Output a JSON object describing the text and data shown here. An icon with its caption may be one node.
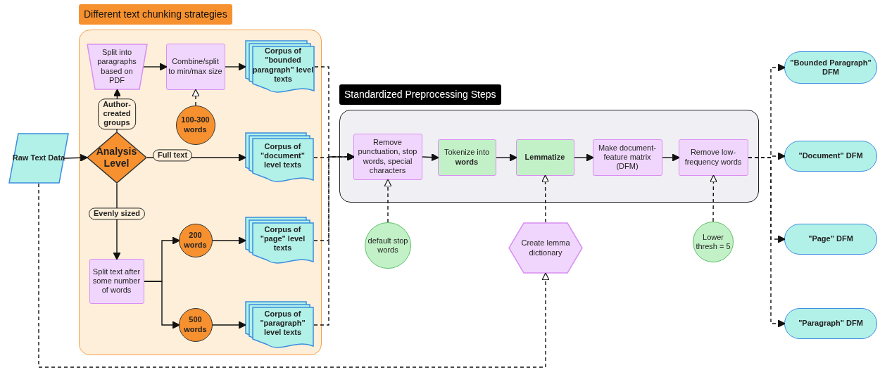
{
  "diagram": {
    "nodes": [
      {
        "text": [
          "Different text chunking strategies"
        ]
      },
      {
        "text": [
          "Raw Text Data"
        ]
      },
      {
        "text": [
          "Split into paragraphs based on PDF"
        ],
        "in": 0
      },
      {
        "text": [
          "Combine/split to min/max size"
        ],
        "in": 0
      },
      {
        "text": [
          "Corpus of \"bounded paragraph\" level texts"
        ],
        "in": 0
      },
      {
        "text": [
          "Analysis Level"
        ],
        "in": 0
      },
      {
        "text": [
          "100-300 words"
        ],
        "in": 0
      },
      {
        "text": [
          "Corpus of \"document\" level texts"
        ],
        "in": 0
      },
      {
        "text": [
          "200 words"
        ],
        "in": 0
      },
      {
        "text": [
          "Corpus of \"page\" level texts"
        ],
        "in": 0
      },
      {
        "text": [
          "Split text after some number of words"
        ],
        "in": 0
      },
      {
        "text": [
          "500 words"
        ],
        "in": 0
      },
      {
        "text": [
          "Corpus of \"paragraph\" level texts"
        ],
        "in": 0
      },
      {
        "text": [
          "Standardized Preprocessing Steps"
        ]
      },
      {
        "text": [
          "Remove punctuation, stop words, special characters"
        ],
        "in": 13
      },
      {
        "text": [
          "Tokenize into **words**"
        ],
        "in": 13
      },
      {
        "text": [
          "Lemmatize"
        ],
        "in": 13
      },
      {
        "text": [
          "Make document-feature matrix (DFM)"
        ],
        "in": 13
      },
      {
        "text": [
          "Remove low-frequency words"
        ],
        "in": 13
      },
      {
        "text": [
          "default stop words"
        ]
      },
      {
        "text": [
          "Create lemma dictionary"
        ]
      },
      {
        "text": [
          "Lower thresh = 5"
        ]
      },
      {
        "text": [
          "\"Bounded Paragraph\" DFM"
        ]
      },
      {
        "text": [
          "\"Document\" DFM"
        ]
      },
      {
        "text": [
          "\"Page\" DFM"
        ]
      },
      {
        "text": [
          "\"Paragraph\" DFM"
        ]
      }
    ],
    "edges": [
      {
        "from": 1,
        "to": 5,
        "arrow": "to"
      },
      {
        "from": 5,
        "to": 2,
        "arrow": "to",
        "label": "Author-created groups"
      },
      {
        "from": 2,
        "to": 3,
        "arrow": "to"
      },
      {
        "from": 3,
        "to": 4,
        "arrow": "to"
      },
      {
        "from": 6,
        "to": 3,
        "arrow": "to",
        "style": "dashed"
      },
      {
        "from": 5,
        "to": 7,
        "arrow": "to",
        "label": "Full text"
      },
      {
        "from": 5,
        "to": 10,
        "arrow": "to",
        "label": "Evenly sized"
      },
      {
        "from": 10,
        "to": 8,
        "arrow": "to"
      },
      {
        "from": 10,
        "to": 11,
        "arrow": "to"
      },
      {
        "from": 8,
        "to": 9,
        "arrow": "to"
      },
      {
        "from": 11,
        "to": 12,
        "arrow": "to"
      },
      {
        "from": 4,
        "to": 14,
        "arrow": "to",
        "style": "dashed"
      },
      {
        "from": 7,
        "to": 14,
        "arrow": "to",
        "style": "dashed"
      },
      {
        "from": 9,
        "to": 14,
        "arrow": "to",
        "style": "dashed"
      },
      {
        "from": 12,
        "to": 14,
        "arrow": "to",
        "style": "dashed"
      },
      {
        "from": 14,
        "to": 15,
        "arrow": "to"
      },
      {
        "from": 15,
        "to": 16,
        "arrow": "to"
      },
      {
        "from": 16,
        "to": 17,
        "arrow": "to"
      },
      {
        "from": 17,
        "to": 18,
        "arrow": "to"
      },
      {
        "from": 19,
        "to": 14,
        "arrow": "to",
        "style": "dashed"
      },
      {
        "from": 20,
        "to": 16,
        "arrow": "to",
        "style": "dashed"
      },
      {
        "from": 21,
        "to": 18,
        "arrow": "to",
        "style": "dashed"
      },
      {
        "from": 1,
        "to": 20,
        "arrow": "to",
        "style": "dashed"
      },
      {
        "from": 18,
        "to": 22,
        "arrow": "to",
        "style": "dashed"
      },
      {
        "from": 18,
        "to": 23,
        "arrow": "to",
        "style": "dashed"
      },
      {
        "from": 18,
        "to": 24,
        "arrow": "to",
        "style": "dashed"
      },
      {
        "from": 18,
        "to": 25,
        "arrow": "to",
        "style": "dashed"
      }
    ]
  }
}
